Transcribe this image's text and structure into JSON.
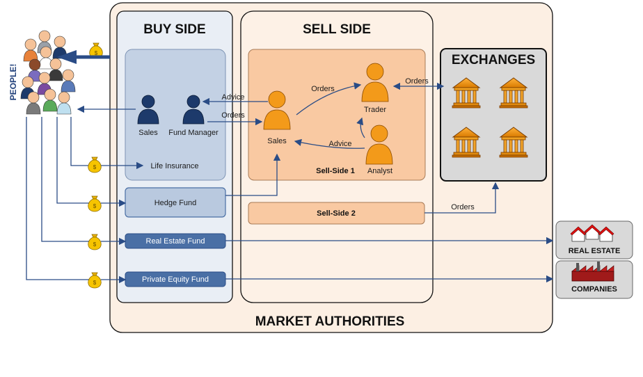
{
  "titles": {
    "buy_side": "BUY SIDE",
    "sell_side": "SELL SIDE",
    "exchanges": "EXCHANGES",
    "market_authorities": "MARKET AUTHORITIES",
    "people": "PEOPLE!"
  },
  "buy_side": {
    "sales": "Sales",
    "fund_manager": "Fund Manager",
    "life_insurance": "Life Insurance",
    "hedge_fund": "Hedge Fund",
    "real_estate_fund": "Real Estate Fund",
    "private_equity_fund": "Private Equity Fund"
  },
  "sell_side": {
    "sales": "Sales",
    "trader": "Trader",
    "analyst": "Analyst",
    "sell_side_1": "Sell-Side 1",
    "sell_side_2": "Sell-Side 2"
  },
  "flows": {
    "advice_to_fm": "Advice",
    "orders_from_fm": "Orders",
    "orders_to_trader": "Orders",
    "advice_from_analyst": "Advice",
    "orders_to_exchange": "Orders",
    "orders_sell_side_2": "Orders"
  },
  "external": {
    "real_estate": "REAL ESTATE",
    "companies": "COMPANIES"
  },
  "colors": {
    "market_bg": "#fcefe3",
    "buy_bg": "#e9eef5",
    "sell_bg": "#fdf1e6",
    "sell1_bg": "#f9c9a2",
    "exch_bg": "#d9d9d9",
    "fund_box": "#b9c9df",
    "fund_dark": "#4a6fa5",
    "arrow": "#2a4c86",
    "orange_person": "#f39a1a",
    "navy_person": "#1d3a6b"
  }
}
